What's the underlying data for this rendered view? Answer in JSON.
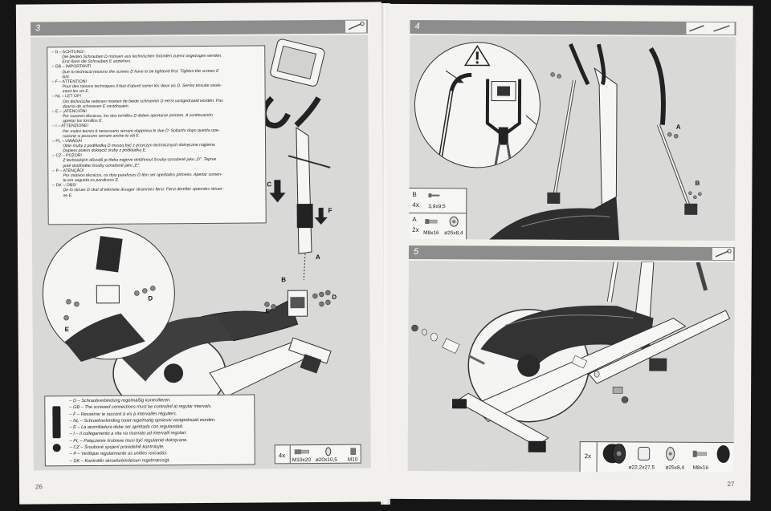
{
  "left_page": {
    "step_number": "3",
    "page_number": "26",
    "warning_lines": [
      {
        "t": "– D – ACHTUNG!",
        "i": false
      },
      {
        "t": "Die beiden Schrauben D müssen aus technischen Gründen zuerst angezogen werden.",
        "i": true
      },
      {
        "t": "Erst dann die Schrauben E anziehen.",
        "i": true
      },
      {
        "t": "– GB – IMPORTANT!",
        "i": false
      },
      {
        "t": "Due to technical reasons the screws D have to be tightend first. Tighten the screws E",
        "i": true
      },
      {
        "t": "last.",
        "i": true
      },
      {
        "t": "– F – ATTENTION!",
        "i": false
      },
      {
        "t": "Pour des raisons techniques il faut d'abord serrer les deux vis D. Serrez ensuite seule-",
        "i": true
      },
      {
        "t": "ment les vis E.",
        "i": true
      },
      {
        "t": "– NL – LET OP!",
        "i": false
      },
      {
        "t": "Om technische redenen moeten de beide schroeven D eerst vastgedraaid worden. Pas",
        "i": true
      },
      {
        "t": "daarna de schroeven E vastdraaien.",
        "i": true
      },
      {
        "t": "– E – ¡ATENCIÓN!",
        "i": false
      },
      {
        "t": "Por razones técnicas, los dos tornillos D deben apretarse primero. A continuación",
        "i": true
      },
      {
        "t": "apretar los tornillos E.",
        "i": true
      },
      {
        "t": "– I – ATTENZIONE!",
        "i": false
      },
      {
        "t": "Per motivi tecnici è necessario serrare dapprima le due D. Soltanto dopo questa ope-",
        "i": true
      },
      {
        "t": "razione si possono serrare anche le viti E.",
        "i": true
      },
      {
        "t": "– PL – UWAGA!",
        "i": false
      },
      {
        "t": "Obie śruby z podkładką D muszą być z przyczyn technicznych dokręcane najpierw.",
        "i": true
      },
      {
        "t": "Dopiero potem dokręcić śruby z podkładką E.",
        "i": true
      },
      {
        "t": "– CZ – POZOR!",
        "i": false
      },
      {
        "t": "Z technických důvodů je třeba nejprve dotáhnout šrouby označené jako „D\". Teprve",
        "i": true
      },
      {
        "t": "poté dotáhněte šrouby označené jako „E\".",
        "i": true
      },
      {
        "t": "– P – ATENÇÃO!",
        "i": false
      },
      {
        "t": "Por motivos técnicos, os dois parafusos D têm ser apertados primeiro. Apertar somen-",
        "i": true
      },
      {
        "t": "te em seguida os parafusos E.",
        "i": true
      },
      {
        "t": "– DK – OBS!",
        "i": false
      },
      {
        "t": "De to skruer D skal af tekniske årsager strammes først. Først derefter spændes skruer-",
        "i": true
      },
      {
        "t": "ne E.",
        "i": true
      }
    ],
    "note_lines": [
      "– D – Schraubverbindung regelmäßig kontrollieren.",
      "– GB – The screwed connections must be controled at regular intervals.",
      "– F – Resserrer le raccord à vis à intervalles réguliers.",
      "– NL – Schroefverbinding moet regelmatig opnieuw vastgedraaid worden.",
      "– E – La atornilladura debe ser apretada con regularidad.",
      "– I – Il collegamento a vite va riserrato ad intervalli regolari.",
      "– PL – Połączenie śrubowe musi być regularnie dokręcane.",
      "– CZ – Šroubové spojení pravidelně kontrolujte.",
      "– P – Verifique regularmente as uniões roscadas.",
      "– DK – Kontrollér skrueforbindelsen regelmæssigt."
    ],
    "parts": {
      "qty": "4x",
      "labels": [
        "M10x20",
        "ø20x10,5",
        "M10"
      ]
    },
    "callouts": {
      "A": "A",
      "B": "B",
      "C": "C",
      "D": "D",
      "E": "E",
      "F": "F"
    }
  },
  "right_page": {
    "step4_number": "4",
    "step5_number": "5",
    "page_number": "27",
    "step4_parts": {
      "rowB_label": "B",
      "rowB_qty": "4x",
      "rowB_size": "3,9x9,5",
      "rowA_label": "A",
      "rowA_qty": "2x",
      "rowA_sizes": [
        "M8x16",
        "ø25x8,4"
      ]
    },
    "step5_parts": {
      "qty": "2x",
      "labels": [
        "ø22,2x27,5",
        "ø25x8,4",
        "M8x16"
      ]
    },
    "callouts": {
      "A": "A",
      "B": "B"
    }
  }
}
